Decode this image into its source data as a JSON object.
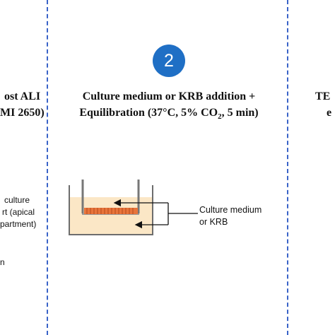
{
  "step": {
    "number": "2",
    "title_line1": "Culture medium or KRB addition +",
    "title_line2_prefix": "Equilibration (37°C, 5% CO",
    "title_line2_sub": "2",
    "title_line2_suffix": ", 5 min)",
    "label_line1": "Culture medium",
    "label_line2": "or KRB"
  },
  "left_panel": {
    "title_line1": "ost ALI",
    "title_line2": "MI 2650)",
    "note_line1": "culture",
    "note_line2": "rt (apical",
    "note_line3": "partment)",
    "note_line4": "n"
  },
  "right_panel": {
    "title_line1": "TE",
    "title_line2": "e"
  },
  "colors": {
    "divider": "#3a63c8",
    "badge": "#1f6fc5",
    "medium": "#fbe7c6",
    "cells": "#e8743b",
    "insert_wall": "#777777"
  }
}
